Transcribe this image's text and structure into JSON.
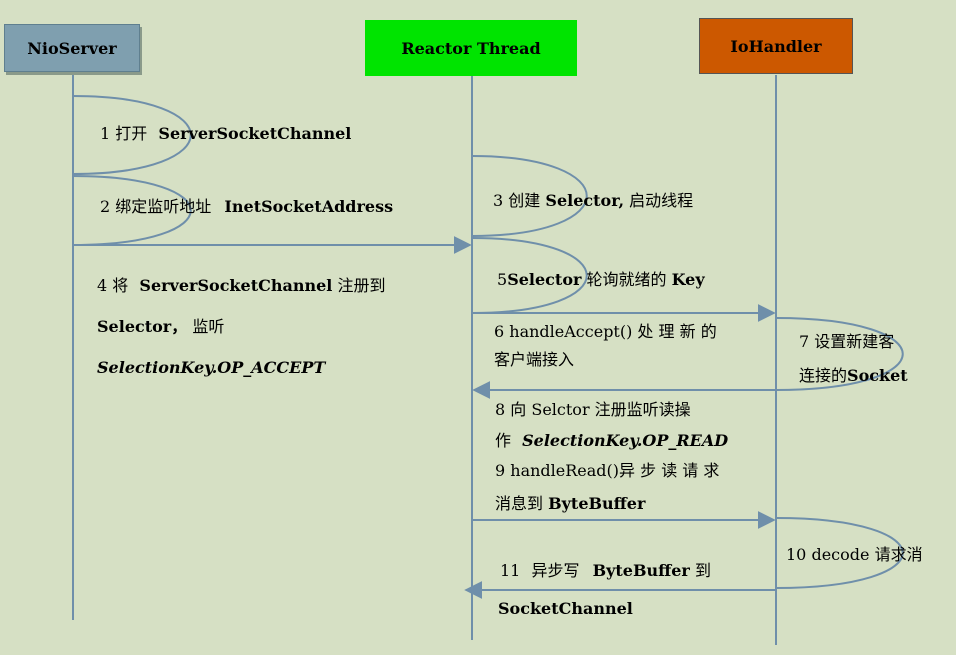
{
  "participants": {
    "nioserver": {
      "label": "NioServer",
      "color": "#7f9faf"
    },
    "reactor": {
      "label": "Reactor Thread",
      "color": "#00e400"
    },
    "iohandler": {
      "label": "IoHandler",
      "color": "#cc5800"
    }
  },
  "colors": {
    "background": "#d6e0c4",
    "line": "#6f8faa"
  },
  "steps": {
    "s1": {
      "num": "1",
      "cn": "打开",
      "code": "ServerSocketChannel"
    },
    "s2": {
      "num": "2",
      "cn": "绑定监听地址",
      "code": "InetSocketAddress"
    },
    "s3": {
      "num": "3",
      "cn": "创建",
      "code": "Selector,",
      "cn2": "启动线程"
    },
    "s4": {
      "num": "4",
      "cn": "将",
      "code": "ServerSocketChannel",
      "cn2": "注册到",
      "line2code": "Selector，",
      "line2cn": "监听",
      "line3": "SelectionKey.OP_ACCEPT"
    },
    "s5": {
      "num": "5",
      "code": "Selector",
      "cn": "轮询就绪的",
      "code2": "Key"
    },
    "s6": {
      "line1": "6 handleAccept() 处 理 新 的",
      "line2": "客户端接入"
    },
    "s7": {
      "line1": "7 设置新建客",
      "line2cn": "连接的",
      "line2code": "Socket"
    },
    "s8": {
      "num": "8",
      "cn": "向 Selctor 注册监听读操",
      "line2cn": "作",
      "line2code": "SelectionKey.OP_READ"
    },
    "s9": {
      "line1": "9 handleRead()异 步 读 请 求",
      "line2cn": "消息到",
      "line2code": "ByteBuffer"
    },
    "s10": {
      "line1": "10 decode",
      "cn": "请求消"
    },
    "s11": {
      "num": "11",
      "cn": "异步写",
      "code": "ByteBuffer",
      "cn2": "到",
      "line2": "SocketChannel"
    }
  }
}
